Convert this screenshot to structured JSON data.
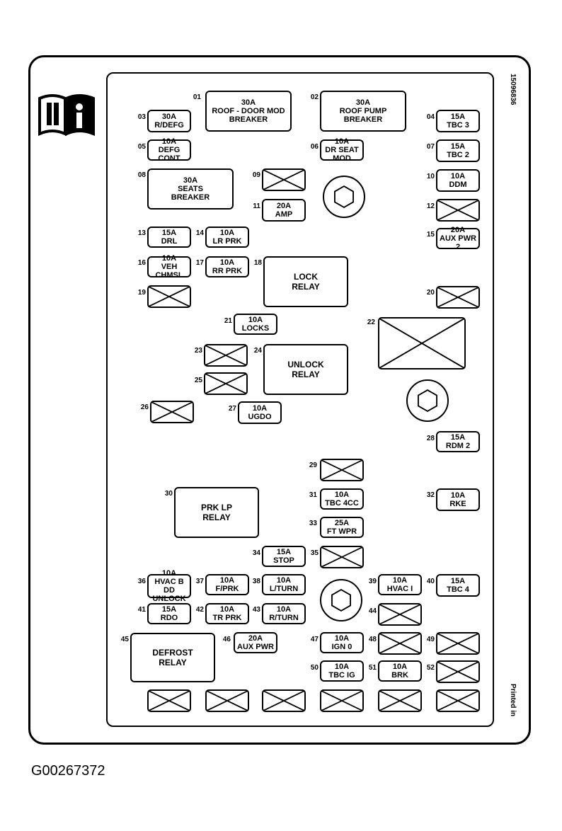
{
  "diagram_code": "G00267372",
  "part_number": "15096836",
  "printed_in": "Printed in",
  "fuses": {
    "f01": {
      "num": "01",
      "l1": "30A",
      "l2": "ROOF - DOOR MOD",
      "l3": "BREAKER"
    },
    "f02": {
      "num": "02",
      "l1": "30A",
      "l2": "ROOF PUMP",
      "l3": "BREAKER"
    },
    "f03": {
      "num": "03",
      "l1": "30A",
      "l2": "R/DEFG"
    },
    "f04": {
      "num": "04",
      "l1": "15A",
      "l2": "TBC 3"
    },
    "f05": {
      "num": "05",
      "l1": "10A",
      "l2": "DEFG CONT"
    },
    "f06": {
      "num": "06",
      "l1": "10A",
      "l2": "DR SEAT MOD"
    },
    "f07": {
      "num": "07",
      "l1": "15A",
      "l2": "TBC 2"
    },
    "f08": {
      "num": "08",
      "l1": "30A",
      "l2": "SEATS",
      "l3": "BREAKER"
    },
    "f09": {
      "num": "09"
    },
    "f10": {
      "num": "10",
      "l1": "10A",
      "l2": "DDM"
    },
    "f11": {
      "num": "11",
      "l1": "20A",
      "l2": "AMP"
    },
    "f12": {
      "num": "12"
    },
    "f13": {
      "num": "13",
      "l1": "15A",
      "l2": "DRL"
    },
    "f14": {
      "num": "14",
      "l1": "10A",
      "l2": "LR PRK"
    },
    "f15": {
      "num": "15",
      "l1": "20A",
      "l2": "AUX PWR 2"
    },
    "f16": {
      "num": "16",
      "l1": "10A",
      "l2": "VEH CHMSL"
    },
    "f17": {
      "num": "17",
      "l1": "10A",
      "l2": "RR PRK"
    },
    "f18": {
      "num": "18",
      "l1": "LOCK",
      "l2": "RELAY"
    },
    "f19": {
      "num": "19"
    },
    "f20": {
      "num": "20"
    },
    "f21": {
      "num": "21",
      "l1": "10A",
      "l2": "LOCKS"
    },
    "f22": {
      "num": "22"
    },
    "f23": {
      "num": "23"
    },
    "f24": {
      "num": "24",
      "l1": "UNLOCK",
      "l2": "RELAY"
    },
    "f25": {
      "num": "25"
    },
    "f26": {
      "num": "26"
    },
    "f27": {
      "num": "27",
      "l1": "10A",
      "l2": "UGDO"
    },
    "f28": {
      "num": "28",
      "l1": "15A",
      "l2": "RDM 2"
    },
    "f29": {
      "num": "29"
    },
    "f30": {
      "num": "30",
      "l1": "PRK LP",
      "l2": "RELAY"
    },
    "f31": {
      "num": "31",
      "l1": "10A",
      "l2": "TBC 4CC"
    },
    "f32": {
      "num": "32",
      "l1": "10A",
      "l2": "RKE"
    },
    "f33": {
      "num": "33",
      "l1": "25A",
      "l2": "FT WPR"
    },
    "f34": {
      "num": "34",
      "l1": "15A",
      "l2": "STOP"
    },
    "f35": {
      "num": "35"
    },
    "f36": {
      "num": "36",
      "l1": "10A",
      "l2": "HVAC B",
      "l3": "DD UNLOCK"
    },
    "f37": {
      "num": "37",
      "l1": "10A",
      "l2": "F/PRK"
    },
    "f38": {
      "num": "38",
      "l1": "10A",
      "l2": "L/TURN"
    },
    "f39": {
      "num": "39",
      "l1": "10A",
      "l2": "HVAC I"
    },
    "f40": {
      "num": "40",
      "l1": "15A",
      "l2": "TBC 4"
    },
    "f41": {
      "num": "41",
      "l1": "15A",
      "l2": "RDO"
    },
    "f42": {
      "num": "42",
      "l1": "10A",
      "l2": "TR PRK"
    },
    "f43": {
      "num": "43",
      "l1": "10A",
      "l2": "R/TURN"
    },
    "f44": {
      "num": "44"
    },
    "f45": {
      "num": "45",
      "l1": "DEFROST",
      "l2": "RELAY"
    },
    "f46": {
      "num": "46",
      "l1": "20A",
      "l2": "AUX PWR"
    },
    "f47": {
      "num": "47",
      "l1": "10A",
      "l2": "IGN 0"
    },
    "f48": {
      "num": "48"
    },
    "f49": {
      "num": "49"
    },
    "f50": {
      "num": "50",
      "l1": "10A",
      "l2": "TBC IG"
    },
    "f51": {
      "num": "51",
      "l1": "10A",
      "l2": "BRK"
    },
    "f52": {
      "num": "52"
    }
  }
}
